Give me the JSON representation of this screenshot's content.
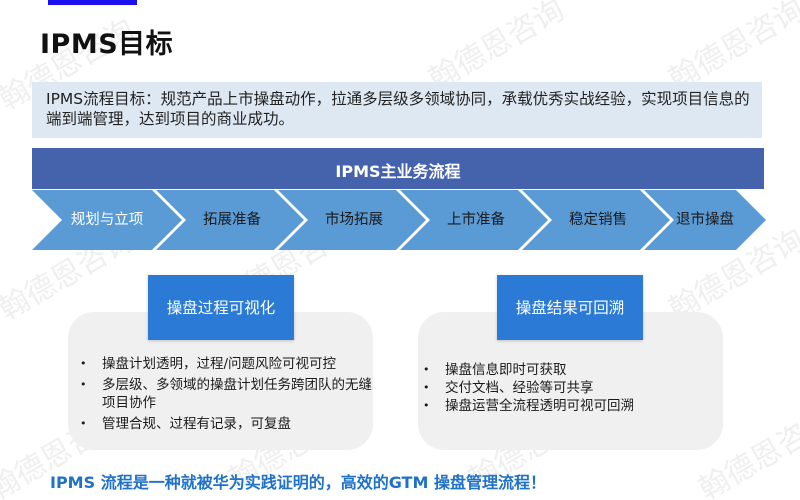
{
  "header": {
    "title": "IPMS目标",
    "accent_color": "#1a10f0"
  },
  "goal": {
    "text": "IPMS流程目标：规范产品上市操盘动作，拉通多层级多领域协同，承载优秀实战经验，实现项目信息的端到端管理，达到项目的商业成功。"
  },
  "flow": {
    "title": "IPMS主业务流程",
    "header_color": "#4563ad",
    "chevron_color": "#5b9bd5",
    "steps": [
      {
        "label": "规划与立项"
      },
      {
        "label": "拓展准备"
      },
      {
        "label": "市场拓展"
      },
      {
        "label": "上市准备"
      },
      {
        "label": "稳定销售"
      },
      {
        "label": "退市操盘"
      }
    ]
  },
  "cards": [
    {
      "title": "操盘过程可视化",
      "bullets": [
        "操盘计划透明，过程/问题风险可视可控",
        "多层级、多领域的操盘计划任务跨团队的无缝项目协作",
        "管理合规、过程有记录，可复盘"
      ]
    },
    {
      "title": "操盘结果可回溯",
      "bullets": [
        "操盘信息即时可获取",
        "交付文档、经验等可共享",
        "操盘运营全流程透明可视可回溯"
      ]
    }
  ],
  "footer": {
    "tagline": "IPMS 流程是一种就被华为实践证明的，高效的GTM 操盘管理流程！",
    "color": "#1f72c8"
  },
  "watermark": {
    "text": "翰德恩咨询"
  }
}
